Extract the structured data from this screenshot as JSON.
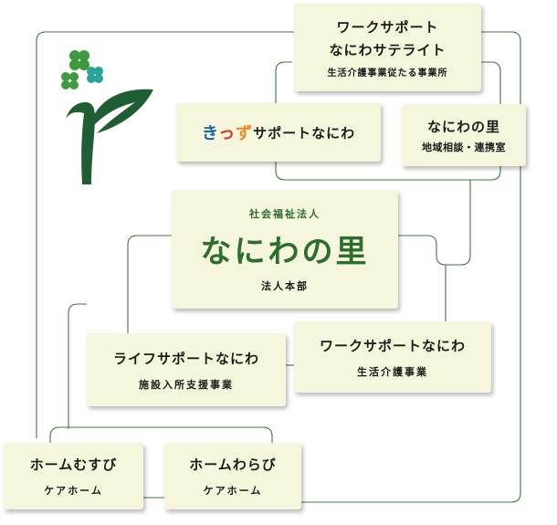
{
  "logo": {
    "name": "P-clover-logo"
  },
  "nodes": {
    "work_support_satellite": {
      "title_1": "ワークサポート",
      "title_2": "なにわサテライト",
      "subtitle": "生活介護事業従たる事業所"
    },
    "kizzu": {
      "part_a": "きっず",
      "part_b": "サポートなにわ"
    },
    "naniwa_sato_office": {
      "title": "なにわの里",
      "subtitle": "地域相談・連携室"
    },
    "hq": {
      "label_top": "社会福祉法人",
      "title": "なにわの里",
      "subtitle": "法人本部"
    },
    "life_support": {
      "title": "ライフサポートなにわ",
      "subtitle": "施設入所支援事業"
    },
    "work_support": {
      "title": "ワークサポートなにわ",
      "subtitle": "生活介護事業"
    },
    "home_musubi": {
      "title": "ホームむすび",
      "subtitle": "ケアホーム"
    },
    "home_warabi": {
      "title": "ホームわらび",
      "subtitle": "ケアホーム"
    }
  },
  "colors": {
    "line": "#3d7a3d",
    "card": "#f6f6dc",
    "kizzu_blue": "#1d5fa8",
    "kizzu_red": "#d8332b",
    "kizzu_orange": "#e8892a",
    "logo_green": "#1f5d32",
    "clover_green": "#3d9a3d",
    "clover_teal": "#2aa39a"
  }
}
